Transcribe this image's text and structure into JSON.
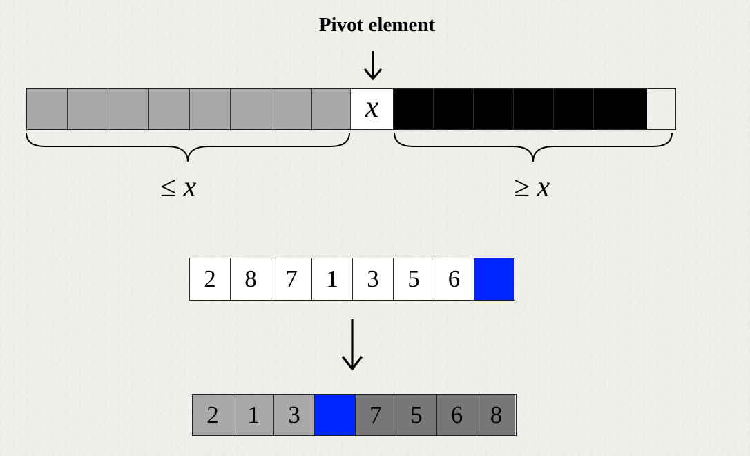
{
  "title": "Pivot element",
  "pivot_symbol": "x",
  "left_label": {
    "relation": "≤",
    "variable": "x"
  },
  "right_label": {
    "relation": "≥",
    "variable": "x"
  },
  "before_values": [
    "2",
    "8",
    "7",
    "1",
    "3",
    "5",
    "6",
    ""
  ],
  "after_values": [
    "2",
    "1",
    "3",
    "",
    "7",
    "5",
    "6",
    "8"
  ],
  "colors": {
    "light_grey": "#a9a9a9",
    "dark_grey": "#777777",
    "black": "#000000",
    "pivot_blue": "#0024ff",
    "white": "#ffffff"
  }
}
